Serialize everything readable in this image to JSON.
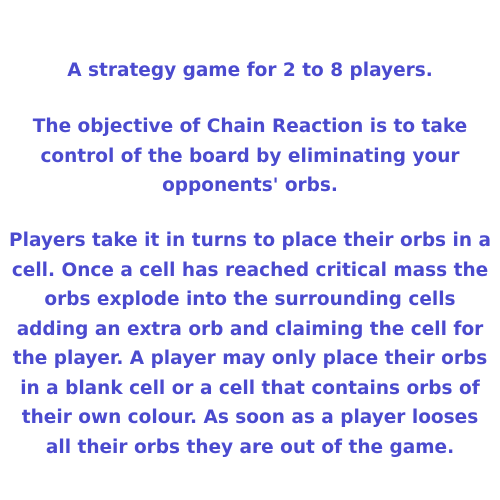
{
  "instructions": {
    "subtitle": "A strategy game for 2 to 8 players.",
    "objective": "The objective of Chain Reaction is to take control of the board by eliminating your opponents' orbs.",
    "rules": "Players take it in turns to place their orbs in a cell. Once a cell has reached critical mass the orbs explode into the surrounding cells adding an extra orb and claiming the cell for the player. A player may only place their orbs in a blank cell or a cell that contains orbs of their own colour. As soon as a player looses all their orbs they are out of the game."
  },
  "colors": {
    "text": "#4b4bcf",
    "background": "#ffffff"
  }
}
